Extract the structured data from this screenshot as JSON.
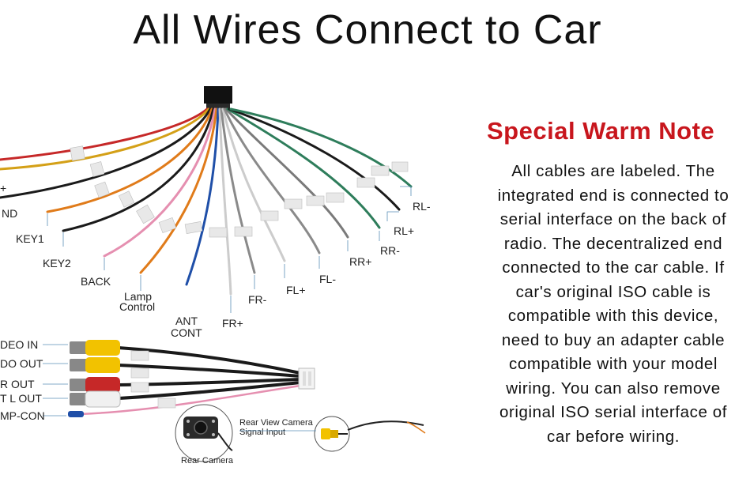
{
  "title": "All Wires Connect to Car",
  "note": {
    "title": "Special Warm Note",
    "body": "All cables are labeled. The\nintegrated end is connected to\nserial interface on the back of\nradio. The decentralized end\nconnected to the car cable. If\ncar's original ISO cable is\ncompatible with this device,\nneed to buy an adapter cable\ncompatible with your model\nwiring. You can also remove\noriginal ISO serial interface of\ncar before wiring."
  },
  "wire_labels": {
    "plus": "+",
    "gnd": "ND",
    "key1": "KEY1",
    "key2": "KEY2",
    "back": "BACK",
    "lamp_1": "Lamp",
    "lamp_2": "Control",
    "ant_1": "ANT",
    "ant_2": "CONT",
    "fr_plus": "FR+",
    "fr_minus": "FR-",
    "fl_plus": "FL+",
    "fl_minus": "FL-",
    "rr_plus": "RR+",
    "rr_minus": "RR-",
    "rl_plus": "RL+",
    "rl_minus": "RL-"
  },
  "av_labels": {
    "video_in": "DEO IN",
    "video_out": "DO OUT",
    "r_out": "R OUT",
    "l_out": "T L OUT",
    "amp_con": "MP-CON"
  },
  "camera": {
    "input_label_1": "Rear View Camera",
    "input_label_2": "Signal Input",
    "camera_label": "Rear Camera"
  },
  "colors": {
    "title_red": "#c8161d",
    "wire_red": "#c62828",
    "wire_yellow": "#d4a017",
    "wire_black": "#1a1a1a",
    "wire_orange": "#e07b1a",
    "wire_pink": "#e58fb0",
    "wire_blue": "#1f4fa8",
    "wire_white": "#cccccc",
    "wire_gray": "#8a8a8a",
    "wire_green": "#2e7d5b",
    "rca_yellow": "#f2c200",
    "rca_red": "#c62828"
  }
}
